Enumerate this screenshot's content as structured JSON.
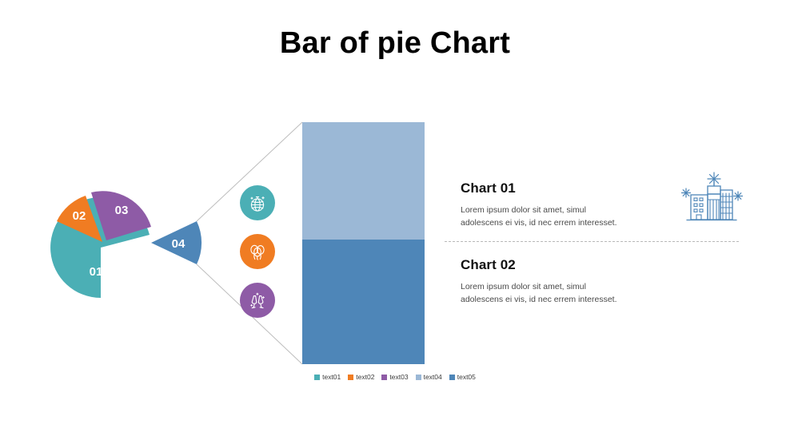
{
  "title": "Bar of pie Chart",
  "chart_data": {
    "type": "pie",
    "title": "Bar of pie Chart",
    "subtype": "bar-of-pie",
    "pie": {
      "categories": [
        "01",
        "02",
        "03",
        "04"
      ],
      "labels": [
        "01",
        "02",
        "03",
        "04"
      ],
      "values": [
        40,
        15,
        25,
        20
      ],
      "colors": [
        "#4BAFB5",
        "#F07C22",
        "#8E5BA6",
        "#4E86B8"
      ],
      "exploded": [
        "04"
      ]
    },
    "bar": {
      "categories": [
        "text04",
        "text05"
      ],
      "values": [
        50,
        50
      ],
      "colors": [
        "#9BB8D6",
        "#4E86B8"
      ],
      "stacked": true,
      "orientation": "vertical"
    },
    "legend": {
      "position": "bottom",
      "entries": [
        {
          "label": "text01",
          "color": "#4BAFB5"
        },
        {
          "label": "text02",
          "color": "#F07C22"
        },
        {
          "label": "text03",
          "color": "#8E5BA6"
        },
        {
          "label": "text04",
          "color": "#9BB8D6"
        },
        {
          "label": "text05",
          "color": "#4E86B8"
        }
      ]
    },
    "grid": false,
    "xlabel": "",
    "ylabel": ""
  },
  "pie_labels": {
    "s01": "01",
    "s02": "02",
    "s03": "03",
    "s04": "04"
  },
  "icons": [
    {
      "name": "disco-ball-icon",
      "color": "#4BAFB5"
    },
    {
      "name": "balloons-icon",
      "color": "#F07C22"
    },
    {
      "name": "champagne-glasses-icon",
      "color": "#8E5BA6"
    }
  ],
  "blocks": [
    {
      "heading": "Chart 01",
      "line1": "Lorem ipsum dolor sit amet, simul",
      "line2": "adolescens ei vis, id nec errem  interesset."
    },
    {
      "heading": "Chart 02",
      "line1": "Lorem ipsum dolor sit amet, simul",
      "line2": "adolescens ei vis, id nec errem  interesset."
    }
  ],
  "legend_items": [
    {
      "label": "text01",
      "color": "#4BAFB5"
    },
    {
      "label": "text02",
      "color": "#F07C22"
    },
    {
      "label": "text03",
      "color": "#8E5BA6"
    },
    {
      "label": "text04",
      "color": "#9BB8D6"
    },
    {
      "label": "text05",
      "color": "#4E86B8"
    }
  ],
  "colors": {
    "teal": "#4BAFB5",
    "orange": "#F07C22",
    "purple": "#8E5BA6",
    "blue": "#4E86B8",
    "light_blue": "#9BB8D6",
    "divider": "#b9b9b9",
    "connector": "#bdbdbd",
    "icon_outline": "#4E86B8"
  },
  "building_icon_name": "city-buildings-icon"
}
